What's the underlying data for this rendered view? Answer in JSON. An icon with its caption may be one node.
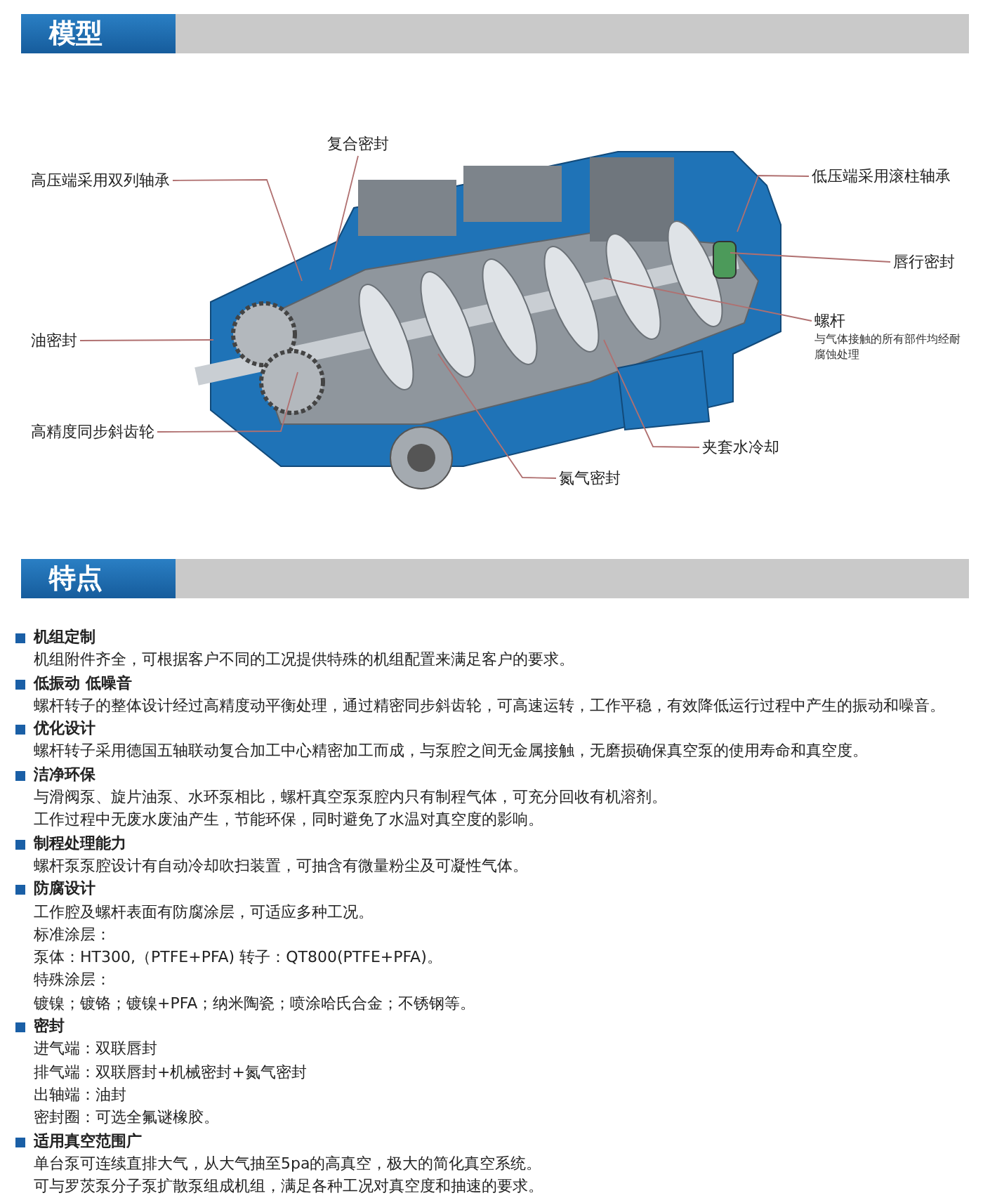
{
  "diagram": {
    "nodes": [
      {
        "text": [
          "复合密封"
        ]
      },
      {
        "text": [
          "高压端采用双列轴承"
        ]
      },
      {
        "text": [
          "低压端采用滚柱轴承"
        ]
      },
      {
        "text": [
          "唇行密封"
        ]
      },
      {
        "text": [
          "油密封"
        ]
      },
      {
        "text": [
          "螺杆",
          "与气体接触的所有部件均经耐腐蚀处理"
        ]
      },
      {
        "text": [
          "高精度同步斜齿轮"
        ]
      },
      {
        "text": [
          "夹套水冷却"
        ]
      },
      {
        "text": [
          "氮气密封"
        ]
      }
    ],
    "edges": [
      {
        "from": 0,
        "to": null,
        "arrow": "none"
      },
      {
        "from": 1,
        "to": null,
        "arrow": "none"
      },
      {
        "from": 2,
        "to": null,
        "arrow": "none"
      },
      {
        "from": 3,
        "to": null,
        "arrow": "none"
      },
      {
        "from": 4,
        "to": null,
        "arrow": "none"
      },
      {
        "from": 5,
        "to": null,
        "arrow": "none"
      },
      {
        "from": 6,
        "to": null,
        "arrow": "none"
      },
      {
        "from": 7,
        "to": null,
        "arrow": "none"
      },
      {
        "from": 8,
        "to": null,
        "arrow": "none"
      }
    ],
    "labels": [
      "模型",
      "特点",
      "机组定制",
      "机组附件齐全，可根据客户不同的工况提供特殊的机组配置来满足客户的要求。",
      "低振动 低噪音",
      "螺杆转子的整体设计经过高精度动平衡处理，通过精密同步斜齿轮，可高速运转，工作平稳，有效降低运行过程中产生的振动和噪音。",
      "优化设计",
      "螺杆转子采用德国五轴联动复合加工中心精密加工而成，与泵腔之间无金属接触，无磨损确保真空泵的使用寿命和真空度。",
      "洁净环保",
      "与滑阀泵、旋片油泵、水环泵相比，螺杆真空泵泵腔内只有制程气体，可充分回收有机溶剂。",
      "工作过程中无废水废油产生，节能环保，同时避免了水温对真空度的影响。",
      "制程处理能力",
      "螺杆泵泵腔设计有自动冷却吹扫装置，可抽含有微量粉尘及可凝性气体。",
      "防腐设计",
      "工作腔及螺杆表面有防腐涂层，可适应多种工况。",
      "标准涂层：",
      "泵体：HT300,（PTFE+PFA) 转子：QT800(PTFE+PFA)。",
      "特殊涂层：",
      "镀镍；镀铬；镀镍+PFA；纳米陶瓷；喷涂哈氏合金；不锈钢等。",
      "密封",
      "进气端：双联唇封",
      "排气端：双联唇封+机械密封+氮气密封",
      "出轴端：油封",
      "密封圈：可选全氟谜橡胶。",
      "适用真空范围广",
      "单台泵可连续直排大气，从大气抽至5pa的高真空，极大的简化真空系统。",
      "可与罗茨泵分子泵扩散泵组成机组，满足各种工况对真空度和抽速的要求。"
    ]
  }
}
